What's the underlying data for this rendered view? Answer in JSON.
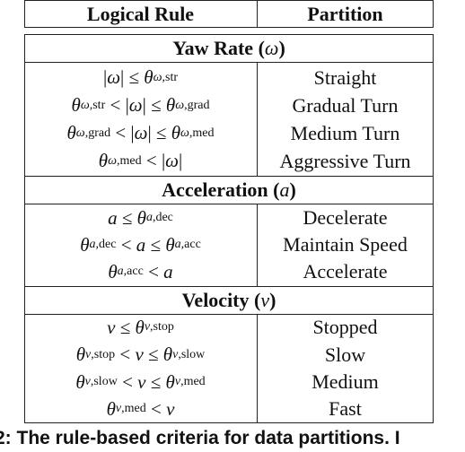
{
  "header": {
    "col1": "Logical Rule",
    "col2": "Partition"
  },
  "sections": [
    {
      "title": "Yaw Rate",
      "symbol": "ω",
      "rows": [
        {
          "rule": "|ω| ≤ θω,str",
          "partition": "Straight"
        },
        {
          "rule": "θω,str < |ω| ≤ θω,grad",
          "partition": "Gradual Turn"
        },
        {
          "rule": "θω,grad < |ω| ≤ θω,med",
          "partition": "Medium Turn"
        },
        {
          "rule": "θω,med < |ω|",
          "partition": "Aggressive Turn"
        }
      ]
    },
    {
      "title": "Acceleration",
      "symbol": "a",
      "rows": [
        {
          "rule": "a ≤ θa,dec",
          "partition": "Decelerate"
        },
        {
          "rule": "θa,dec < a ≤ θa,acc",
          "partition": "Maintain Speed"
        },
        {
          "rule": "θa,acc < a",
          "partition": "Accelerate"
        }
      ]
    },
    {
      "title": "Velocity",
      "symbol": "v",
      "rows": [
        {
          "rule": "v ≤ θv,stop",
          "partition": "Stopped"
        },
        {
          "rule": "θv,stop < v ≤ θv,slow",
          "partition": "Slow"
        },
        {
          "rule": "θv,slow < v ≤ θv,med",
          "partition": "Medium"
        },
        {
          "rule": "θv,med < v",
          "partition": "Fast"
        }
      ]
    }
  ],
  "caption": "2: The rule-based criteria for data partitions. I"
}
